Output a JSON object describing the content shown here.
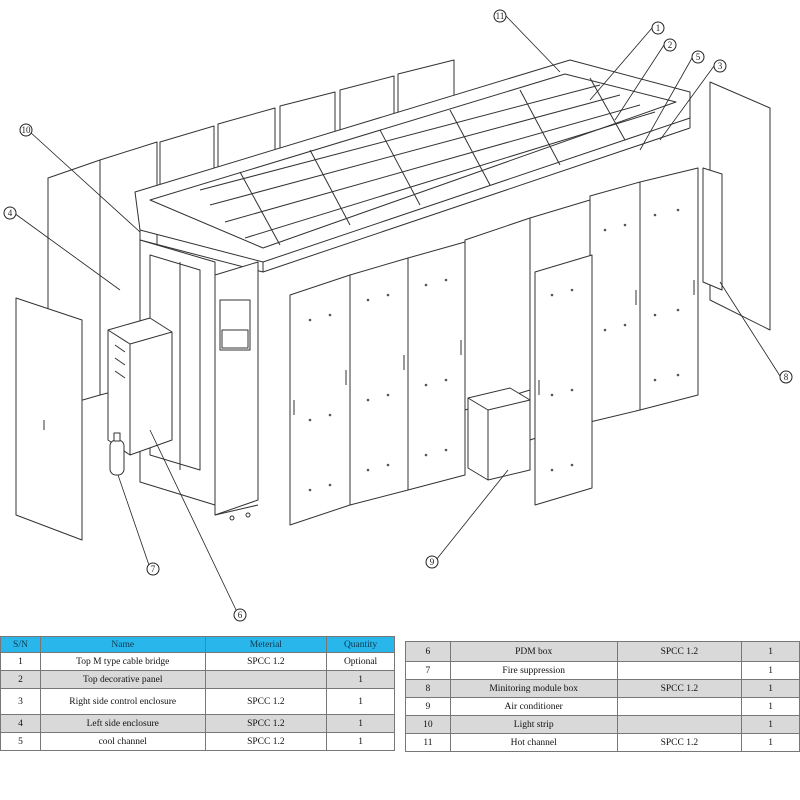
{
  "table_headers": {
    "sn": "S/N",
    "name": "Name",
    "material": "Meterial",
    "quantity": "Quantity"
  },
  "parts": [
    {
      "sn": "1",
      "name": "Top M type cable bridge",
      "material": "SPCC 1.2",
      "quantity": "Optional"
    },
    {
      "sn": "2",
      "name": "Top decorative panel",
      "material": "",
      "quantity": "1"
    },
    {
      "sn": "3",
      "name": "Right side control enclosure",
      "material": "SPCC 1.2",
      "quantity": "1"
    },
    {
      "sn": "4",
      "name": "Left side enclosure",
      "material": "SPCC 1.2",
      "quantity": "1"
    },
    {
      "sn": "5",
      "name": "cool channel",
      "material": "SPCC 1.2",
      "quantity": "1"
    },
    {
      "sn": "6",
      "name": "PDM box",
      "material": "SPCC 1.2",
      "quantity": "1"
    },
    {
      "sn": "7",
      "name": "Fire suppression",
      "material": "",
      "quantity": "1"
    },
    {
      "sn": "8",
      "name": "Minitoring module box",
      "material": "SPCC 1.2",
      "quantity": "1"
    },
    {
      "sn": "9",
      "name": "Air conditioner",
      "material": "",
      "quantity": "1"
    },
    {
      "sn": "10",
      "name": "Light strip",
      "material": "",
      "quantity": "1"
    },
    {
      "sn": "11",
      "name": "Hot channel",
      "material": "SPCC 1.2",
      "quantity": "1"
    }
  ],
  "callouts": [
    "1",
    "2",
    "3",
    "4",
    "5",
    "6",
    "7",
    "8",
    "9",
    "10",
    "11"
  ],
  "colors": {
    "header_bg": "#29b6ea",
    "row_shade": "#d9d9d9",
    "line": "#333333"
  }
}
